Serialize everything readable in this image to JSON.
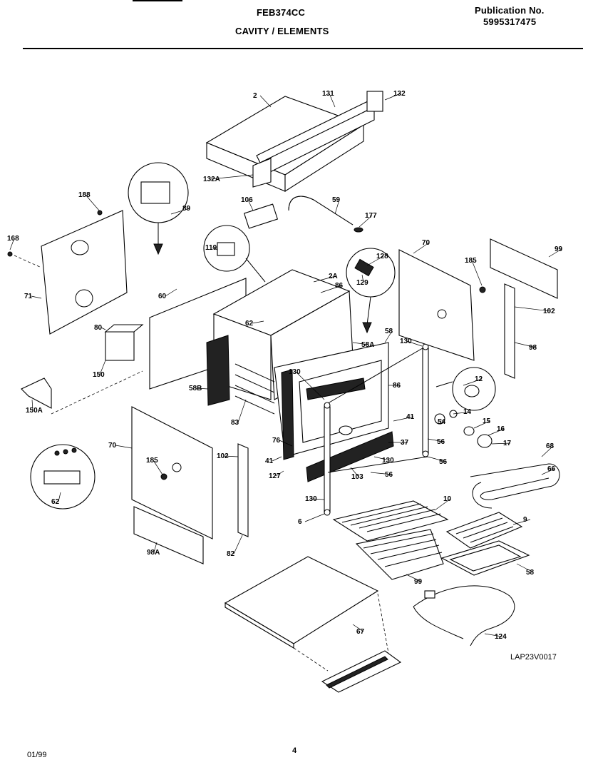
{
  "header": {
    "model": "FEB374CC",
    "section": "CAVITY / ELEMENTS",
    "publication_label": "Publication No.",
    "publication_number": "5995317475"
  },
  "footer": {
    "date": "01/99",
    "page_number": "4"
  },
  "diagram_code": "LAP23V0017",
  "part_labels": [
    "2",
    "131",
    "132",
    "132A",
    "106",
    "59",
    "177",
    "188",
    "89",
    "168",
    "119",
    "2A",
    "86",
    "71",
    "60",
    "80",
    "62",
    "58A",
    "150",
    "58B",
    "128",
    "129",
    "70",
    "185",
    "99",
    "102",
    "98",
    "58",
    "130",
    "130",
    "12",
    "83",
    "86",
    "54",
    "14",
    "41",
    "15",
    "16",
    "56",
    "37",
    "17",
    "150A",
    "70",
    "185",
    "102",
    "62",
    "76",
    "41",
    "127",
    "103",
    "130",
    "56",
    "68",
    "66",
    "56",
    "130",
    "6",
    "10",
    "9",
    "58",
    "99",
    "98A",
    "82",
    "67",
    "124"
  ]
}
